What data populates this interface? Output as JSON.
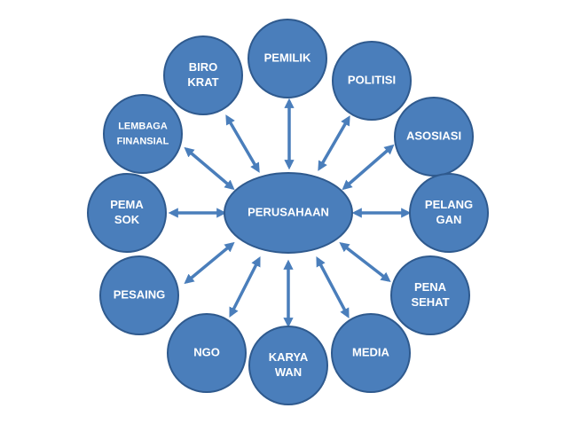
{
  "colors": {
    "node_fill": "#4a7ebb",
    "node_stroke": "#2f5a8e",
    "arrow": "#4a7ebb",
    "text": "#ffffff",
    "background": "#ffffff"
  },
  "center": {
    "lines": [
      "PERUSAHAAN"
    ]
  },
  "nodes": [
    {
      "id": "pemilik",
      "lines": [
        "PEMILIK"
      ]
    },
    {
      "id": "politisi",
      "lines": [
        "POLITISI"
      ]
    },
    {
      "id": "asosiasi",
      "lines": [
        "ASOSIASI"
      ]
    },
    {
      "id": "pelanggan",
      "lines": [
        "PELANG",
        "GAN"
      ]
    },
    {
      "id": "pena-sehat",
      "lines": [
        "PENA",
        "SEHAT"
      ]
    },
    {
      "id": "media",
      "lines": [
        "MEDIA"
      ]
    },
    {
      "id": "karyawan",
      "lines": [
        "KARYA",
        "WAN"
      ]
    },
    {
      "id": "ngo",
      "lines": [
        "NGO"
      ]
    },
    {
      "id": "pesaing",
      "lines": [
        "PESAING"
      ]
    },
    {
      "id": "pemasok",
      "lines": [
        "PEMA",
        "SOK"
      ]
    },
    {
      "id": "lembaga-finansial",
      "lines": [
        "LEMBAGA",
        "FINANSIAL"
      ]
    },
    {
      "id": "birokrat",
      "lines": [
        "BIRO",
        "KRAT"
      ]
    }
  ]
}
